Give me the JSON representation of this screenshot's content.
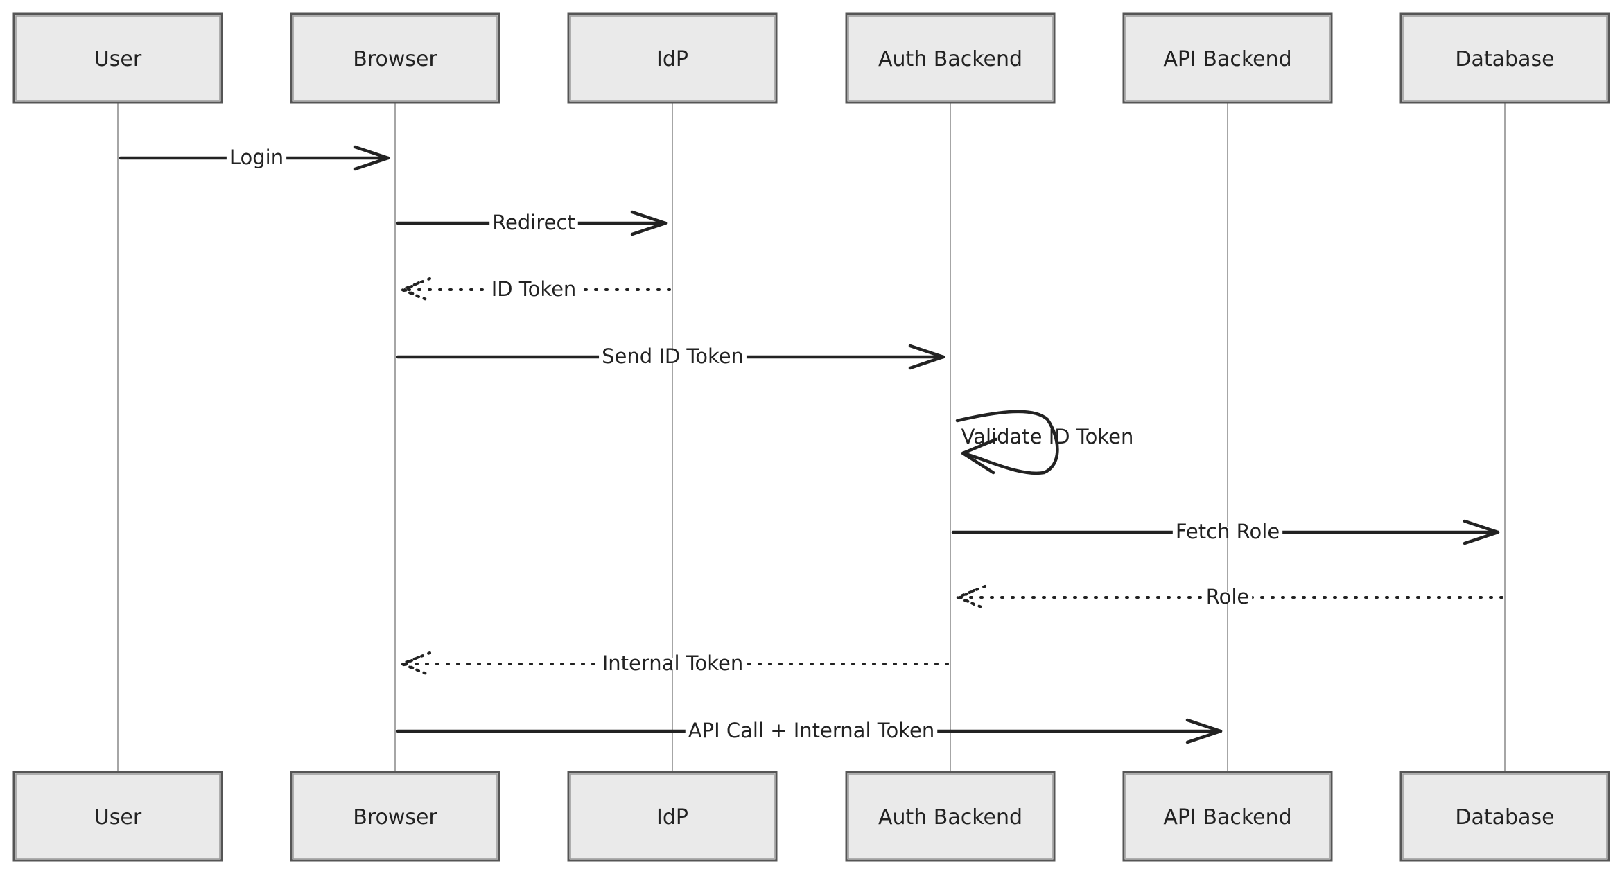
{
  "participants": [
    {
      "id": "user",
      "label": "User"
    },
    {
      "id": "browser",
      "label": "Browser"
    },
    {
      "id": "idp",
      "label": "IdP"
    },
    {
      "id": "auth",
      "label": "Auth Backend"
    },
    {
      "id": "api",
      "label": "API Backend"
    },
    {
      "id": "db",
      "label": "Database"
    }
  ],
  "messages": [
    {
      "from": "user",
      "to": "browser",
      "label": "Login",
      "style": "solid"
    },
    {
      "from": "browser",
      "to": "idp",
      "label": "Redirect",
      "style": "solid"
    },
    {
      "from": "idp",
      "to": "browser",
      "label": "ID Token",
      "style": "dotted"
    },
    {
      "from": "browser",
      "to": "auth",
      "label": "Send ID Token",
      "style": "solid"
    },
    {
      "from": "auth",
      "to": "auth",
      "label": "Validate ID Token",
      "style": "solid"
    },
    {
      "from": "auth",
      "to": "db",
      "label": "Fetch Role",
      "style": "solid"
    },
    {
      "from": "db",
      "to": "auth",
      "label": "Role",
      "style": "dotted"
    },
    {
      "from": "auth",
      "to": "browser",
      "label": "Internal Token",
      "style": "dotted"
    },
    {
      "from": "browser",
      "to": "api",
      "label": "API Call + Internal Token",
      "style": "solid"
    }
  ]
}
